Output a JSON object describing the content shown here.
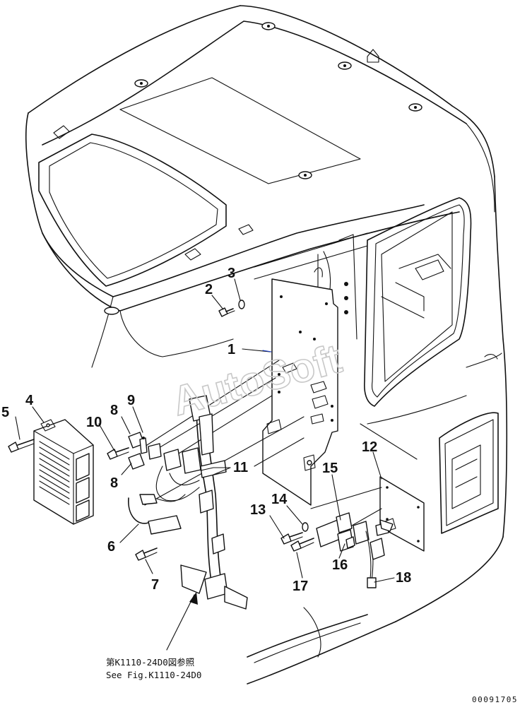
{
  "watermark": "AutoSoft",
  "callouts": [
    {
      "id": "1",
      "label": "1"
    },
    {
      "id": "2",
      "label": "2"
    },
    {
      "id": "3",
      "label": "3"
    },
    {
      "id": "4",
      "label": "4"
    },
    {
      "id": "5",
      "label": "5"
    },
    {
      "id": "6",
      "label": "6"
    },
    {
      "id": "7",
      "label": "7"
    },
    {
      "id": "8a",
      "label": "8"
    },
    {
      "id": "8b",
      "label": "8"
    },
    {
      "id": "9",
      "label": "9"
    },
    {
      "id": "10",
      "label": "10"
    },
    {
      "id": "11",
      "label": "11"
    },
    {
      "id": "12",
      "label": "12"
    },
    {
      "id": "13",
      "label": "13"
    },
    {
      "id": "14",
      "label": "14"
    },
    {
      "id": "15",
      "label": "15"
    },
    {
      "id": "16",
      "label": "16"
    },
    {
      "id": "17",
      "label": "17"
    },
    {
      "id": "18",
      "label": "18"
    }
  ],
  "reference_note": {
    "line_jp": "第K1110-24D0図参照",
    "line_en": "See Fig.K1110-24D0"
  },
  "drawing_number": "00091705"
}
